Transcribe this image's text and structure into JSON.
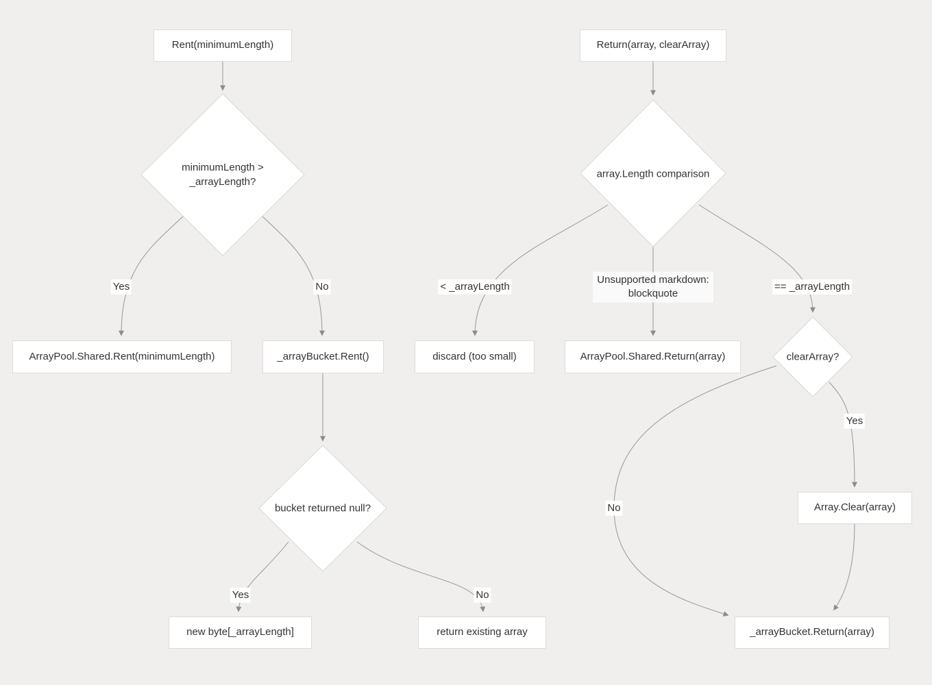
{
  "canvas": {
    "background_color": "#f0efed",
    "edge_color": "#979797",
    "node_fill_color": "#ffffff",
    "node_border_color": "#dcdcdc",
    "text_color": "#333333"
  },
  "nodes": {
    "rent_start": "Rent(minimumLength)",
    "rent_decision": "minimumLength > _arrayLength?",
    "shared_rent": "ArrayPool.Shared.Rent(minimumLength)",
    "bucket_rent": "_arrayBucket.Rent()",
    "null_decision": "bucket returned null?",
    "new_byte": "new byte[_arrayLength]",
    "return_existing": "return existing array",
    "return_start": "Return(array, clearArray)",
    "length_decision": "array.Length comparison",
    "discard": "discard (too small)",
    "shared_return": "ArrayPool.Shared.Return(array)",
    "clear_decision": "clearArray?",
    "array_clear": "Array.Clear(array)",
    "bucket_return": "_arrayBucket.Return(array)"
  },
  "edge_labels": {
    "rent_yes": "Yes",
    "rent_no": "No",
    "less_than": "< _arrayLength",
    "unsupported": "Unsupported markdown: blockquote",
    "equals": "== _arrayLength",
    "null_yes": "Yes",
    "null_no": "No",
    "clear_yes": "Yes",
    "clear_no": "No"
  }
}
